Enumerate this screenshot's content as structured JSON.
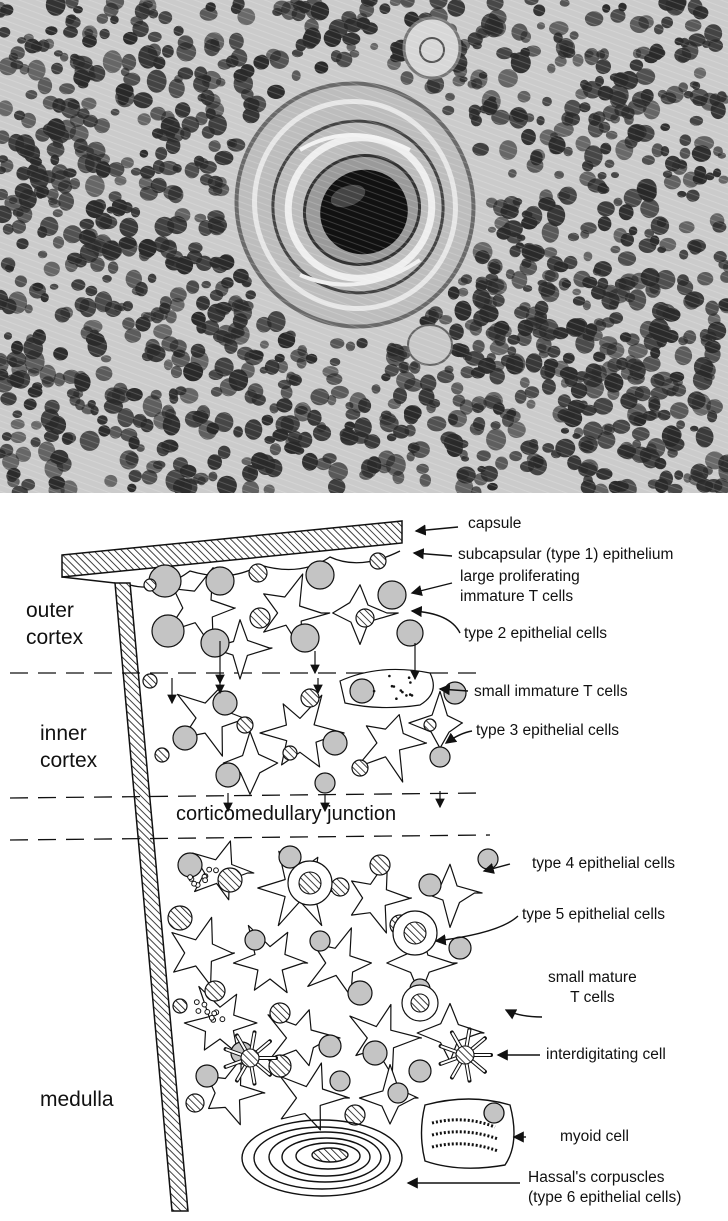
{
  "photo": {
    "subject": "histology-micrograph",
    "structure_icon": "hassals-corpuscle"
  },
  "zones": {
    "outer_cortex": [
      "outer",
      "cortex"
    ],
    "inner_cortex": [
      "inner",
      "cortex"
    ],
    "junction": "corticomedullary junction",
    "medulla": "medulla"
  },
  "callouts": {
    "capsule": "capsule",
    "subcapsular": "subcapsular (type 1) epithelium",
    "large_prolif": [
      "large proliferating",
      "immature T cells"
    ],
    "type2": "type 2 epithelial cells",
    "small_immature": "small immature T cells",
    "type3": "type 3 epithelial cells",
    "type4": "type 4 epithelial cells",
    "type5": "type 5 epithelial cells",
    "small_mature": [
      "small mature",
      "T cells"
    ],
    "interdigitating": "interdigitating cell",
    "myoid": "myoid cell",
    "hassal": [
      "Hassal's corpuscles",
      "(type 6 epithelial cells)"
    ]
  },
  "colors": {
    "cell_fill": "#c4c4c4",
    "line": "#111111",
    "photo_bg": "#cfcfcf",
    "photo_cell": "#2a2a2a"
  }
}
